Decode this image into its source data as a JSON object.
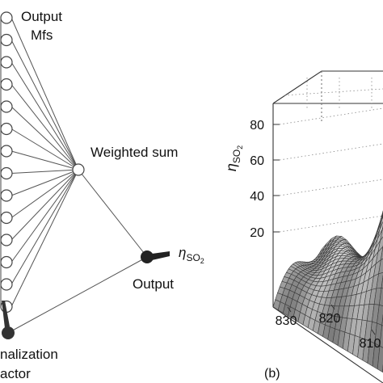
{
  "diagram": {
    "output_mfs_line1": "Output",
    "output_mfs_line2": "Mfs",
    "weighted_sum": "Weighted sum",
    "eta_symbol": "η",
    "eta_subscript": "SO",
    "eta_sub_digit": "2",
    "output_label": "Output",
    "normalization_line1": "nalization",
    "normalization_line2": "actor"
  },
  "surface_plot": {
    "panel_label": "(b)",
    "ylabel_symbol": "η",
    "ylabel_subscript": "SO",
    "ylabel_sub_digit": "2",
    "z_ticks": [
      "80",
      "60",
      "40",
      "20"
    ],
    "x_ticks": [
      "830",
      "820",
      "810"
    ]
  }
}
